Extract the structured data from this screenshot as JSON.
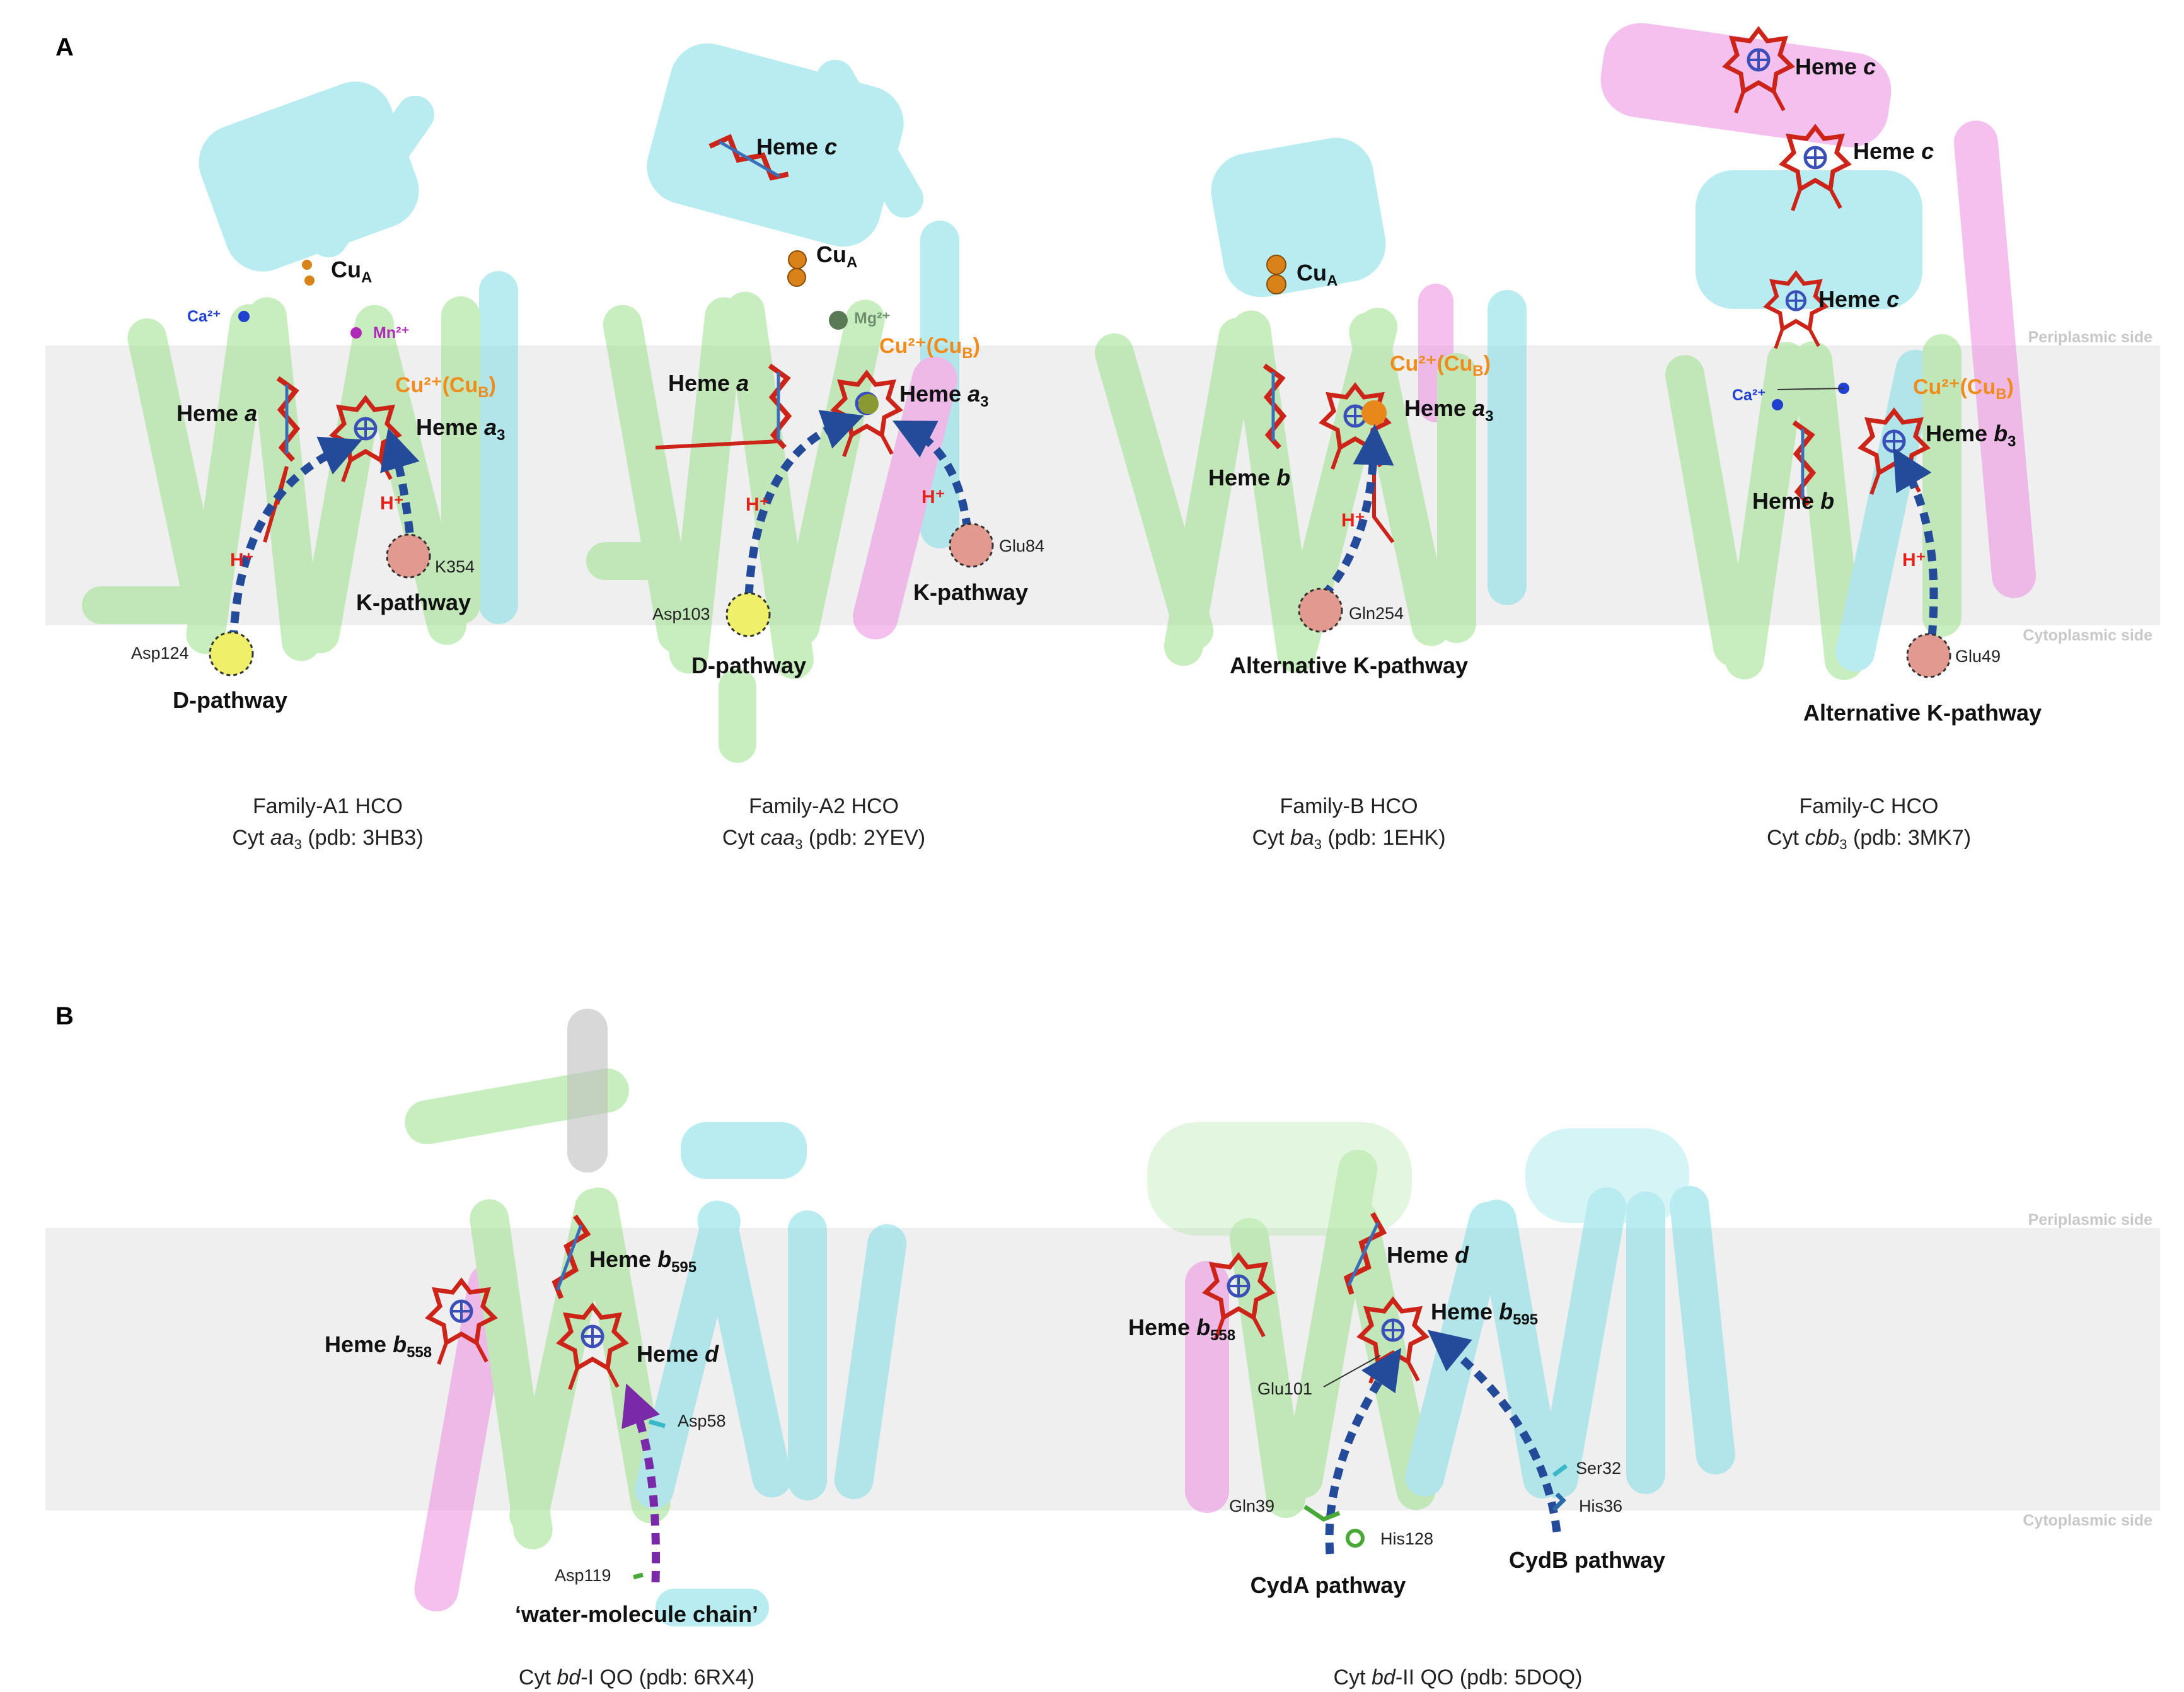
{
  "panel_a": {
    "letter": "A",
    "side_labels": {
      "periplasmic": "Periplasmic side",
      "cytoplasmic": "Cytoplasmic side"
    },
    "structures": [
      {
        "family": "Family-A1 HCO",
        "cyt_prefix": "Cyt ",
        "cyt_italic": "aa",
        "cyt_sub": "3",
        "cyt_suffix": " (pdb: 3HB3)",
        "cua": "Cu",
        "cua_sub": "A",
        "ca": "Ca²⁺",
        "mn": "Mn²⁺",
        "cub": "Cu²⁺(Cu",
        "cub_sub": "B",
        "cub_end": ")",
        "heme_a": "Heme ",
        "heme_a_it": "a",
        "heme_a3": "Heme ",
        "heme_a3_it": "a",
        "heme_a3_sub": "3",
        "hplus": "H⁺",
        "res1": "Asp124",
        "res2": "K354",
        "path1": "D-pathway",
        "path2": "K-pathway"
      },
      {
        "family": "Family-A2 HCO",
        "cyt_prefix": "Cyt ",
        "cyt_italic": "caa",
        "cyt_sub": "3",
        "cyt_suffix": " (pdb: 2YEV)",
        "heme_c": "Heme ",
        "heme_c_it": "c",
        "cua": "Cu",
        "cua_sub": "A",
        "mg": "Mg²⁺",
        "cub": "Cu²⁺(Cu",
        "cub_sub": "B",
        "cub_end": ")",
        "heme_a": "Heme ",
        "heme_a_it": "a",
        "heme_a3": "Heme ",
        "heme_a3_it": "a",
        "heme_a3_sub": "3",
        "hplus": "H⁺",
        "res1": "Asp103",
        "res2": "Glu84",
        "path1": "D-pathway",
        "path2": "K-pathway"
      },
      {
        "family": "Family-B HCO",
        "cyt_prefix": "Cyt ",
        "cyt_italic": "ba",
        "cyt_sub": "3",
        "cyt_suffix": " (pdb: 1EHK)",
        "cua": "Cu",
        "cua_sub": "A",
        "cub": "Cu²⁺(Cu",
        "cub_sub": "B",
        "cub_end": ")",
        "heme_b": "Heme ",
        "heme_b_it": "b",
        "heme_a3": "Heme ",
        "heme_a3_it": "a",
        "heme_a3_sub": "3",
        "hplus": "H⁺",
        "res1": "Gln254",
        "path1": "Alternative K-pathway"
      },
      {
        "family": "Family-C HCO",
        "cyt_prefix": "Cyt ",
        "cyt_italic": "cbb",
        "cyt_sub": "3",
        "cyt_suffix": " (pdb: 3MK7)",
        "heme_c": "Heme ",
        "heme_c_it": "c",
        "ca": "Ca²⁺",
        "cub": "Cu²⁺(Cu",
        "cub_sub": "B",
        "cub_end": ")",
        "heme_b": "Heme ",
        "heme_b_it": "b",
        "heme_b3": "Heme ",
        "heme_b3_it": "b",
        "heme_b3_sub": "3",
        "hplus": "H⁺",
        "res1": "Glu49",
        "path1": "Alternative K-pathway"
      }
    ]
  },
  "panel_b": {
    "letter": "B",
    "side_labels": {
      "periplasmic": "Periplasmic side",
      "cytoplasmic": "Cytoplasmic side"
    },
    "structures": [
      {
        "cyt_prefix": "Cyt ",
        "cyt_italic": "bd",
        "cyt_suffix": "-I QO (pdb: 6RX4)",
        "heme_b595": "Heme ",
        "heme_b595_it": "b",
        "heme_b595_sub": "595",
        "heme_b558": "Heme ",
        "heme_b558_it": "b",
        "heme_b558_sub": "558",
        "heme_d": "Heme ",
        "heme_d_it": "d",
        "res1": "Asp58",
        "res2": "Asp119",
        "path1": "‘water-molecule chain’"
      },
      {
        "cyt_prefix": "Cyt ",
        "cyt_italic": "bd",
        "cyt_suffix": "-II QO (pdb: 5DOQ)",
        "heme_d": "Heme ",
        "heme_d_it": "d",
        "heme_b558": "Heme ",
        "heme_b558_it": "b",
        "heme_b558_sub": "558",
        "heme_b595": "Heme ",
        "heme_b595_it": "b",
        "heme_b595_sub": "595",
        "res_glu101": "Glu101",
        "res_ser32": "Ser32",
        "res_his36": "His36",
        "res_gln39": "Gln39",
        "res_his128": "His128",
        "path1": "CydA pathway",
        "path2": "CydB pathway"
      }
    ]
  },
  "colors": {
    "membrane": "#efefef",
    "green": "#9be08a",
    "cyan": "#7fdde3",
    "magenta": "#ec8fe2",
    "heme": "#cc2418",
    "arrow_blue": "#234b9a",
    "arrow_purple": "#7a2aa8",
    "metal_orange": "#d9821a",
    "hplus": "#e8201a"
  }
}
